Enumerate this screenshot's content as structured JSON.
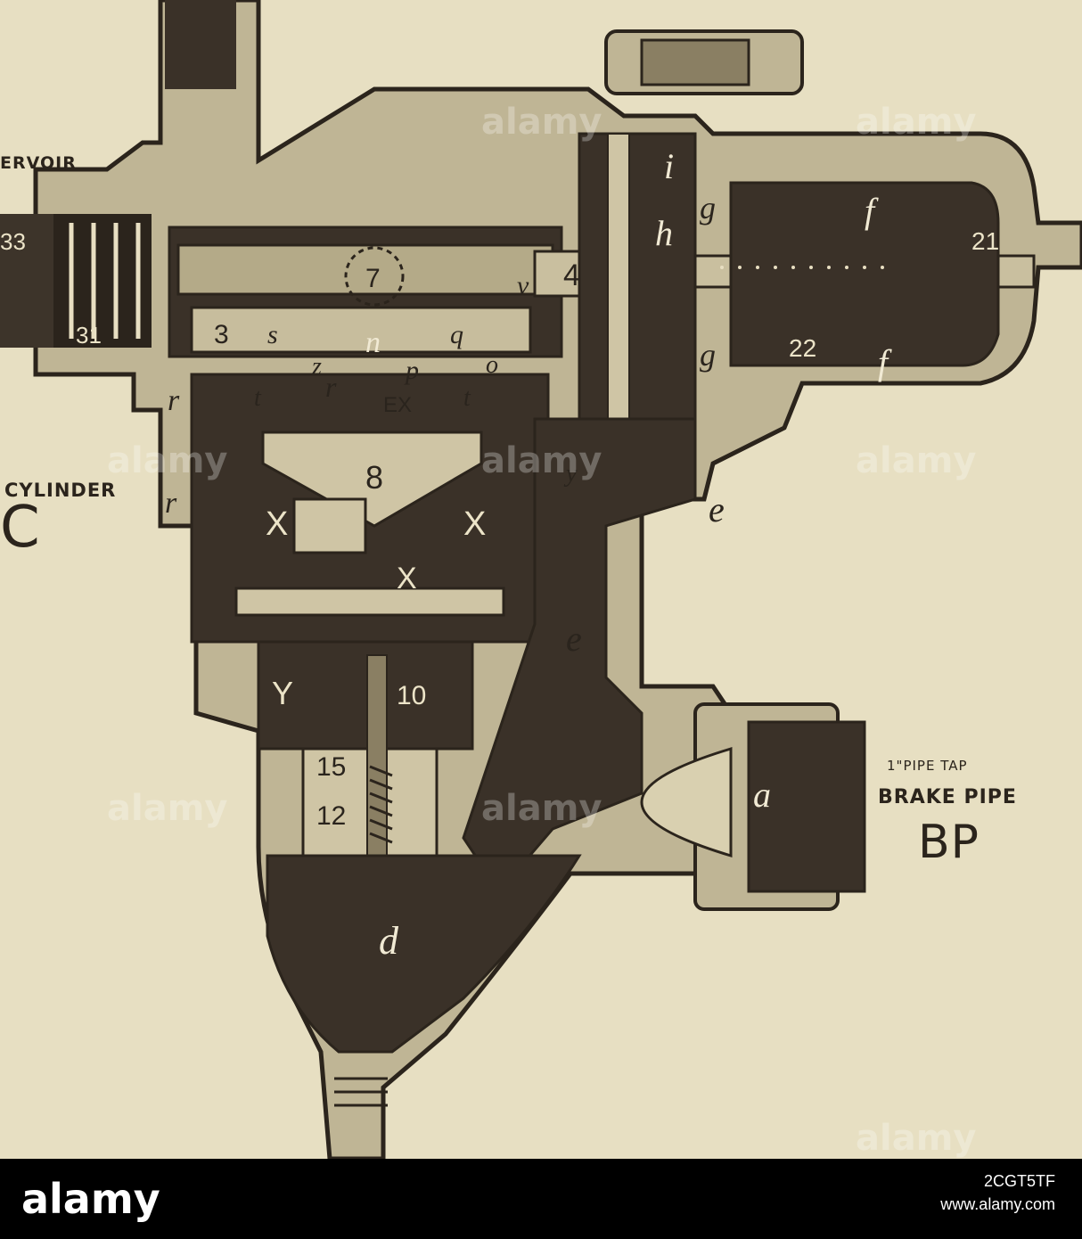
{
  "labels": {
    "reservoir": "ERVOIR",
    "cylinder": "CYLINDER",
    "cylinder_letter": "C",
    "pipe_tap": "1\"PIPE TAP",
    "brake_pipe": "BRAKE PIPE",
    "bp": "BP"
  },
  "parts": {
    "p33": "33",
    "p31": "31",
    "p3": "3",
    "s": "s",
    "p7": "7",
    "v": "v",
    "p4": "4",
    "n": "n",
    "q": "q",
    "z": "z",
    "pp": "p",
    "o": "o",
    "r1": "r",
    "r2": "r",
    "r3": "r",
    "t1": "t",
    "t2": "t",
    "ex": "EX",
    "i": "i",
    "h": "h",
    "g1": "g",
    "g2": "g",
    "f1": "f",
    "f2": "f",
    "p21": "21",
    "p22": "22",
    "p8": "8",
    "x1": "X",
    "x2": "X",
    "x3": "X",
    "y_small": "y",
    "e1": "e",
    "e2": "e",
    "Y": "Y",
    "p10": "10",
    "p15": "15",
    "p12": "12",
    "a": "a",
    "d": "d"
  },
  "watermark": {
    "brand": "alamy",
    "image_id": "2CGT5TF",
    "site": "www.alamy.com"
  }
}
